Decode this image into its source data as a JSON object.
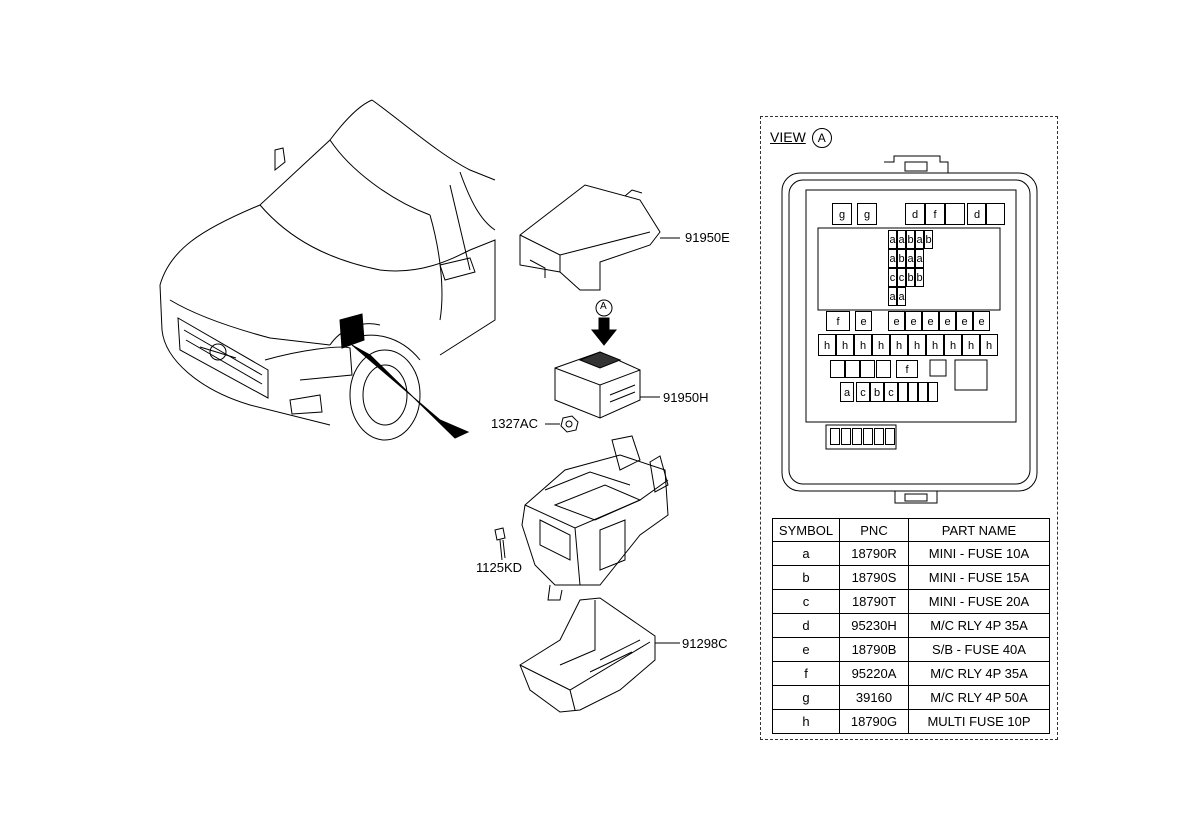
{
  "parts": {
    "cover": "91950E",
    "module": "91950H",
    "nut": "1327AC",
    "bolt": "1125KD",
    "tray": "91298C"
  },
  "view_callout": "A",
  "view": {
    "word": "VIEW",
    "letter": "A"
  },
  "fuse_slots": {
    "top_row": [
      "g",
      "g",
      "d",
      "f",
      "d"
    ],
    "grid": [
      "a",
      "a",
      "b",
      "a",
      "a",
      "b",
      "a",
      "a",
      "b",
      "c",
      "c",
      "b",
      "b",
      "a",
      "a"
    ],
    "row_f_e": [
      "f",
      "e",
      "e",
      "e",
      "e",
      "e",
      "e",
      "e"
    ],
    "row_h": [
      "h",
      "h",
      "h",
      "h",
      "h",
      "h",
      "h",
      "h",
      "h",
      "h"
    ],
    "mid": [
      "f"
    ],
    "bottom": [
      "a",
      "c",
      "b",
      "c"
    ]
  },
  "legend": {
    "headers": [
      "SYMBOL",
      "PNC",
      "PART NAME"
    ],
    "rows": [
      [
        "a",
        "18790R",
        "MINI - FUSE 10A"
      ],
      [
        "b",
        "18790S",
        "MINI - FUSE 15A"
      ],
      [
        "c",
        "18790T",
        "MINI - FUSE 20A"
      ],
      [
        "d",
        "95230H",
        "M/C RLY 4P 35A"
      ],
      [
        "e",
        "18790B",
        "S/B - FUSE 40A"
      ],
      [
        "f",
        "95220A",
        "M/C RLY 4P 35A"
      ],
      [
        "g",
        "39160",
        "M/C RLY 4P 50A"
      ],
      [
        "h",
        "18790G",
        "MULTI FUSE 10P"
      ]
    ]
  }
}
